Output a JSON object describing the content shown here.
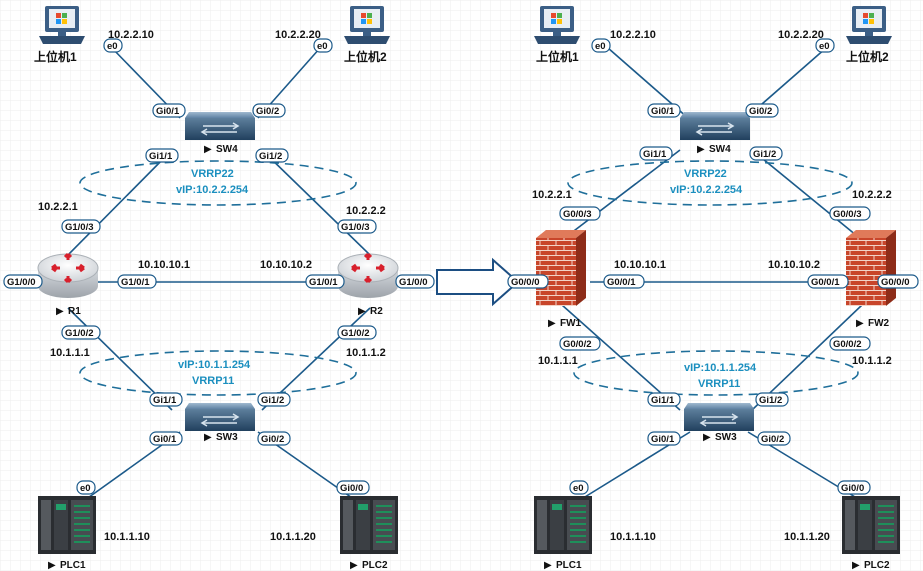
{
  "left": {
    "pc1": {
      "name": "上位机1",
      "ip": "10.2.2.10",
      "port": "e0"
    },
    "pc2": {
      "name": "上位机2",
      "ip": "10.2.2.20",
      "port": "e0"
    },
    "sw4": {
      "name": "SW4",
      "ports": [
        "Gi0/1",
        "Gi0/2",
        "Gi1/1",
        "Gi1/2"
      ]
    },
    "vrrp_top": {
      "name": "VRRP22",
      "vip": "vIP:10.2.2.254"
    },
    "r1": {
      "name": "R1",
      "ports": [
        "G1/0/3",
        "G1/0/0",
        "G1/0/1",
        "G1/0/2"
      ],
      "ip_up": "10.2.2.1",
      "ip_mid": "10.10.10.1",
      "ip_down": "10.1.1.1"
    },
    "r2": {
      "name": "R2",
      "ports": [
        "G1/0/3",
        "G1/0/1",
        "G1/0/0",
        "G1/0/2"
      ],
      "ip_up": "10.2.2.2",
      "ip_mid": "10.10.10.2",
      "ip_down": "10.1.1.2"
    },
    "vrrp_bottom": {
      "name": "VRRP11",
      "vip": "vIP:10.1.1.254"
    },
    "sw3": {
      "name": "SW3",
      "ports": [
        "Gi1/1",
        "Gi1/2",
        "Gi0/1",
        "Gi0/2"
      ]
    },
    "plc1": {
      "name": "PLC1",
      "ip": "10.1.1.10",
      "port": "e0"
    },
    "plc2": {
      "name": "PLC2",
      "ip": "10.1.1.20",
      "port": "Gi0/0"
    }
  },
  "right": {
    "pc1": {
      "name": "上位机1",
      "ip": "10.2.2.10",
      "port": "e0"
    },
    "pc2": {
      "name": "上位机2",
      "ip": "10.2.2.20",
      "port": "e0"
    },
    "sw4": {
      "name": "SW4",
      "ports": [
        "Gi0/1",
        "Gi0/2",
        "Gi1/1",
        "Gi1/2"
      ]
    },
    "vrrp_top": {
      "name": "VRRP22",
      "vip": "vIP:10.2.2.254"
    },
    "fw1": {
      "name": "FW1",
      "ports": [
        "G0/0/3",
        "G0/0/0",
        "G0/0/1",
        "G0/0/2"
      ],
      "ip_up": "10.2.2.1",
      "ip_mid": "10.10.10.1",
      "ip_down": "10.1.1.1"
    },
    "fw2": {
      "name": "FW2",
      "ports": [
        "G0/0/3",
        "G0/0/1",
        "G0/0/0",
        "G0/0/2"
      ],
      "ip_up": "10.2.2.2",
      "ip_mid": "10.10.10.2",
      "ip_down": "10.1.1.2"
    },
    "vrrp_bottom": {
      "name": "VRRP11",
      "vip": "vIP:10.1.1.254"
    },
    "sw3": {
      "name": "SW3",
      "ports": [
        "Gi1/1",
        "Gi1/2",
        "Gi0/1",
        "Gi0/2"
      ]
    },
    "plc1": {
      "name": "PLC1",
      "ip": "10.1.1.10",
      "port": "e0"
    },
    "plc2": {
      "name": "PLC2",
      "ip": "10.1.1.20",
      "port": "Gi0/0"
    }
  },
  "colors": {
    "link": "#1c5a8a",
    "vrrp_text": "#1b8fbf",
    "firewall": "#c84a2a"
  }
}
